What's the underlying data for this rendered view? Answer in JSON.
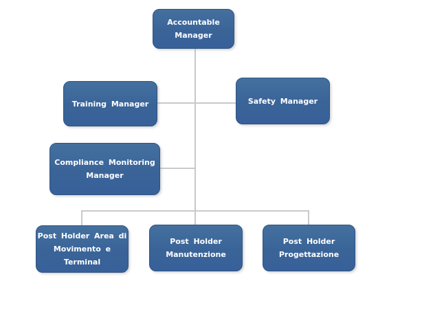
{
  "diagram": {
    "type": "org-chart",
    "background_color": "#ffffff",
    "colors": {
      "node_fill": "#3A6498",
      "node_fill_top": "#44709F",
      "node_border": "#2E5380",
      "node_text": "#FFFFFF",
      "connector": "#C9C9C9"
    },
    "nodes": [
      {
        "id": "accountable-manager",
        "lines": [
          "Accountable",
          "Manager"
        ]
      },
      {
        "id": "training-manager",
        "lines": [
          "Training Manager"
        ]
      },
      {
        "id": "safety-manager",
        "lines": [
          "Safety Manager"
        ]
      },
      {
        "id": "compliance-monitoring-manager",
        "lines": [
          "Compliance Monitoring",
          "Manager"
        ]
      },
      {
        "id": "post-holder-area-di-movimento-e-terminal",
        "lines": [
          "Post Holder Area di",
          "Movimento e",
          "Terminal"
        ]
      },
      {
        "id": "post-holder-manutenzione",
        "lines": [
          "Post Holder",
          "Manutenzione"
        ]
      },
      {
        "id": "post-holder-progettazione",
        "lines": [
          "Post Holder",
          "Progettazione"
        ]
      }
    ],
    "edges": [
      {
        "from": "accountable-manager",
        "to": "training-manager"
      },
      {
        "from": "accountable-manager",
        "to": "safety-manager"
      },
      {
        "from": "accountable-manager",
        "to": "compliance-monitoring-manager"
      },
      {
        "from": "accountable-manager",
        "to": "post-holder-area-di-movimento-e-terminal"
      },
      {
        "from": "accountable-manager",
        "to": "post-holder-manutenzione"
      },
      {
        "from": "accountable-manager",
        "to": "post-holder-progettazione"
      }
    ]
  }
}
